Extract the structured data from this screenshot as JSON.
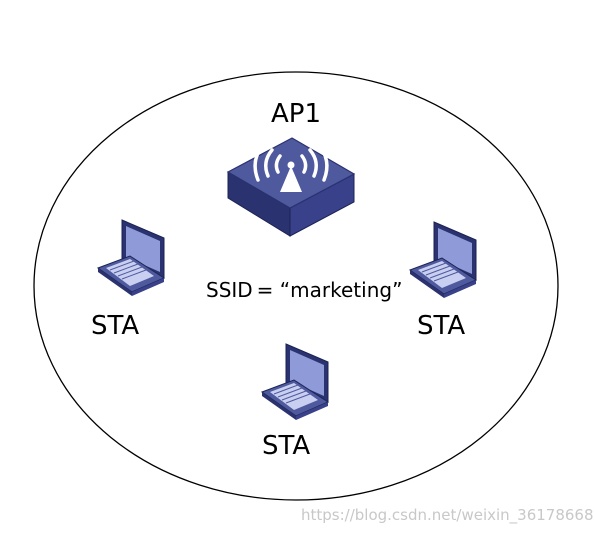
{
  "diagram": {
    "ap_label": "AP1",
    "ssid_label": "SSID =  “marketing”",
    "stations": [
      {
        "label": "STA"
      },
      {
        "label": "STA"
      },
      {
        "label": "STA"
      }
    ],
    "icons": {
      "access_point": "wireless-access-point-icon",
      "station": "laptop-icon"
    },
    "colors": {
      "device_top": "#4f5a9e",
      "device_side_dark": "#2a3270",
      "screen": "#8e9bd8",
      "keyboard": "#c9cff0",
      "outline": "#000000"
    }
  },
  "watermark": "https://blog.csdn.net/weixin_36178668"
}
